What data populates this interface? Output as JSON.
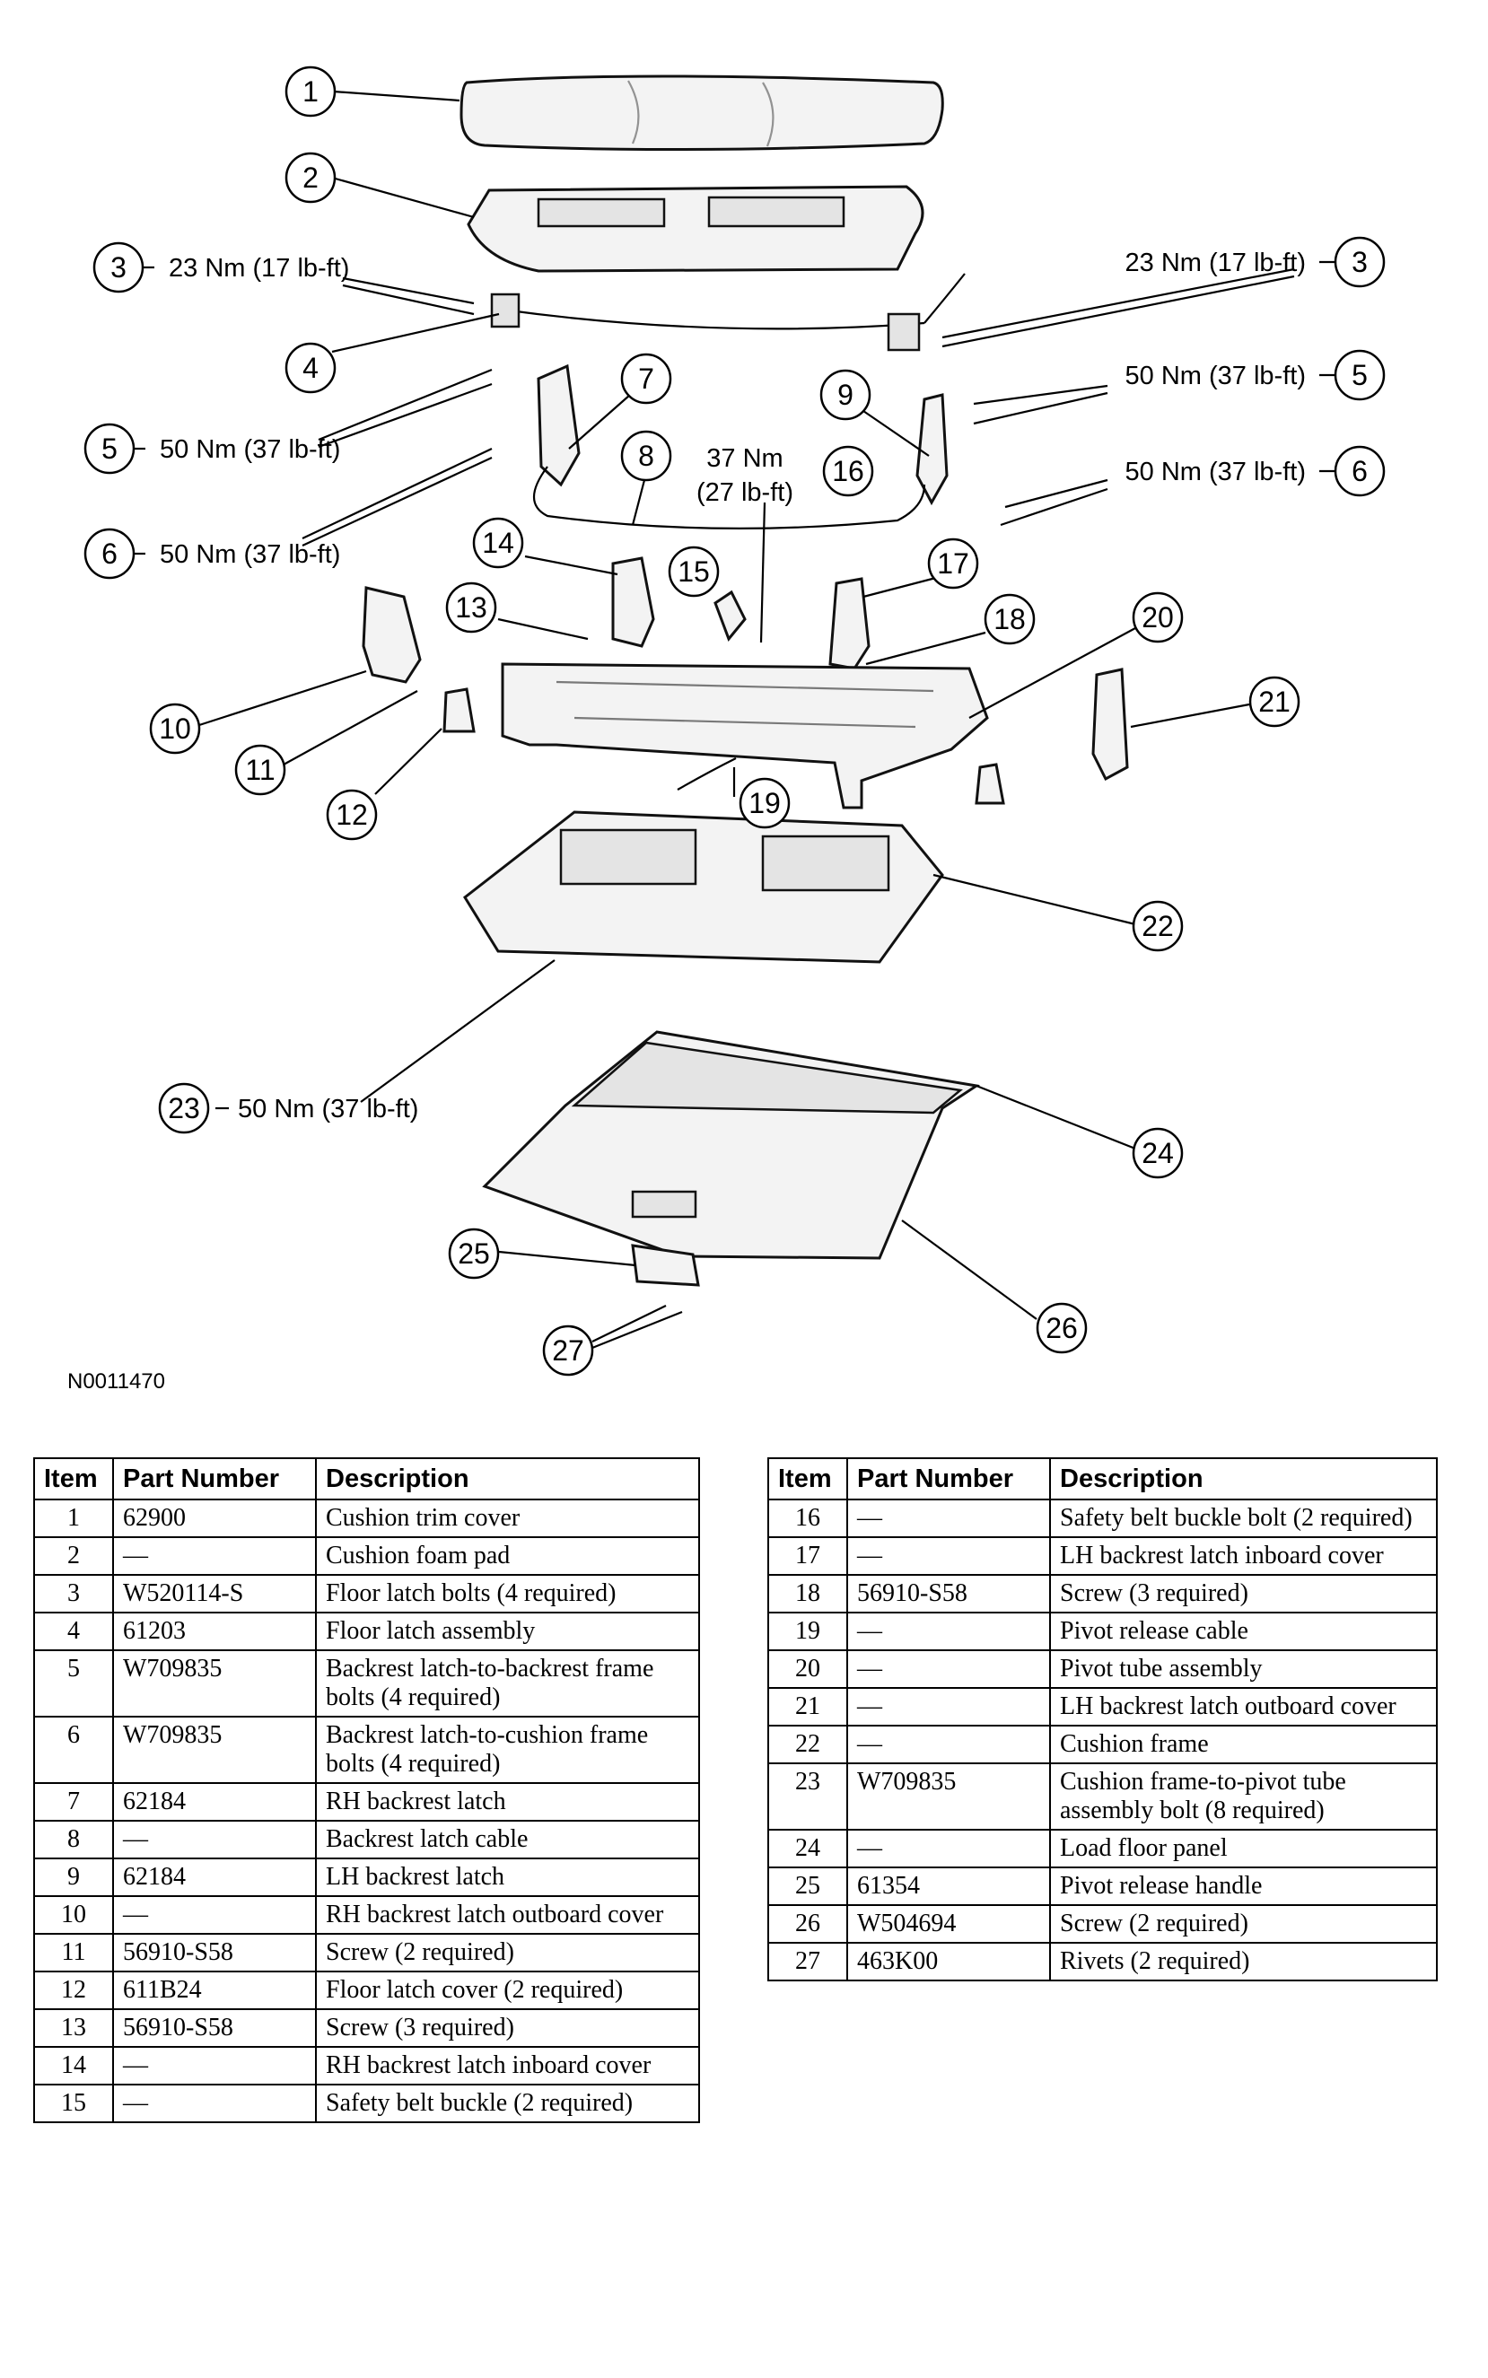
{
  "diagram": {
    "figure_ref": "N0011470",
    "torques": {
      "t3_left": "23 Nm (17 lb-ft)",
      "t3_right": "23 Nm (17 lb-ft)",
      "t5_left": "50 Nm (37 lb-ft)",
      "t5_right": "50 Nm (37 lb-ft)",
      "t6_left": "50 Nm (37 lb-ft)",
      "t6_right": "50 Nm (37 lb-ft)",
      "t16_line1": "37 Nm",
      "t16_line2": "(27 lb-ft)",
      "t23": "50 Nm (37 lb-ft)"
    },
    "callouts": {
      "c1": "1",
      "c2": "2",
      "c3a": "3",
      "c3b": "3",
      "c4": "4",
      "c5a": "5",
      "c5b": "5",
      "c6a": "6",
      "c6b": "6",
      "c7": "7",
      "c8": "8",
      "c9": "9",
      "c10": "10",
      "c11": "11",
      "c12": "12",
      "c13": "13",
      "c14": "14",
      "c15": "15",
      "c16": "16",
      "c17": "17",
      "c18": "18",
      "c19": "19",
      "c20": "20",
      "c21": "21",
      "c22": "22",
      "c23": "23",
      "c24": "24",
      "c25": "25",
      "c26": "26",
      "c27": "27"
    }
  },
  "table": {
    "headers": {
      "item": "Item",
      "part_number": "Part Number",
      "description": "Description"
    },
    "left": [
      {
        "item": "1",
        "part": "62900",
        "desc": "Cushion trim cover"
      },
      {
        "item": "2",
        "part": "—",
        "desc": "Cushion foam pad"
      },
      {
        "item": "3",
        "part": "W520114-S",
        "desc": "Floor latch bolts (4 required)"
      },
      {
        "item": "4",
        "part": "61203",
        "desc": "Floor latch assembly"
      },
      {
        "item": "5",
        "part": "W709835",
        "desc": "Backrest latch-to-backrest frame bolts (4 required)"
      },
      {
        "item": "6",
        "part": "W709835",
        "desc": "Backrest latch-to-cushion frame bolts (4 required)"
      },
      {
        "item": "7",
        "part": "62184",
        "desc": "RH backrest latch"
      },
      {
        "item": "8",
        "part": "—",
        "desc": "Backrest latch cable"
      },
      {
        "item": "9",
        "part": "62184",
        "desc": "LH backrest latch"
      },
      {
        "item": "10",
        "part": "—",
        "desc": "RH backrest latch outboard cover"
      },
      {
        "item": "11",
        "part": "56910-S58",
        "desc": "Screw (2 required)"
      },
      {
        "item": "12",
        "part": "611B24",
        "desc": "Floor latch cover (2 required)"
      },
      {
        "item": "13",
        "part": "56910-S58",
        "desc": "Screw (3 required)"
      },
      {
        "item": "14",
        "part": "—",
        "desc": "RH backrest latch inboard cover"
      },
      {
        "item": "15",
        "part": "—",
        "desc": "Safety belt buckle (2 required)"
      }
    ],
    "right": [
      {
        "item": "16",
        "part": "—",
        "desc": "Safety belt buckle bolt (2 required)"
      },
      {
        "item": "17",
        "part": "—",
        "desc": "LH backrest latch inboard cover"
      },
      {
        "item": "18",
        "part": "56910-S58",
        "desc": "Screw (3 required)"
      },
      {
        "item": "19",
        "part": "—",
        "desc": "Pivot release cable"
      },
      {
        "item": "20",
        "part": "—",
        "desc": "Pivot tube assembly"
      },
      {
        "item": "21",
        "part": "—",
        "desc": "LH backrest latch outboard cover"
      },
      {
        "item": "22",
        "part": "—",
        "desc": "Cushion frame"
      },
      {
        "item": "23",
        "part": "W709835",
        "desc": "Cushion frame-to-pivot tube assembly bolt (8 required)"
      },
      {
        "item": "24",
        "part": "—",
        "desc": "Load floor panel"
      },
      {
        "item": "25",
        "part": "61354",
        "desc": "Pivot release handle"
      },
      {
        "item": "26",
        "part": "W504694",
        "desc": "Screw (2 required)"
      },
      {
        "item": "27",
        "part": "463K00",
        "desc": "Rivets (2 required)"
      }
    ]
  }
}
